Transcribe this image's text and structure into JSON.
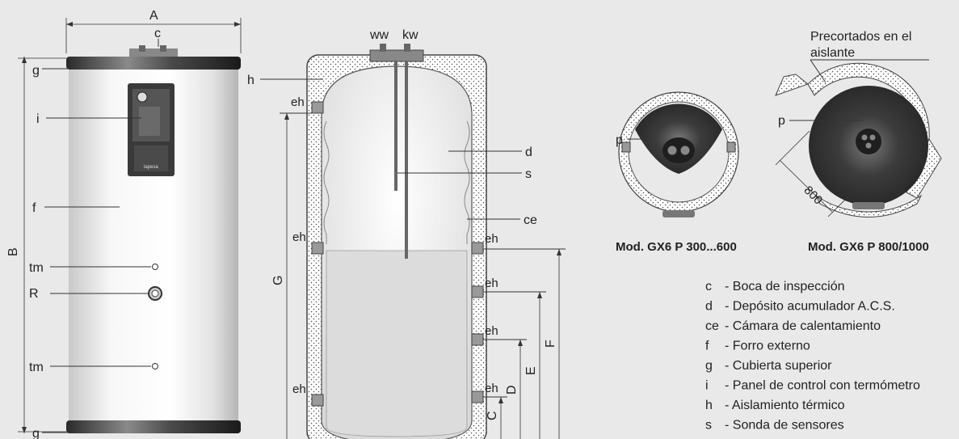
{
  "left_tank": {
    "dim_top": "A",
    "labels": {
      "c": "c",
      "g_top": "g",
      "g_bottom": "g",
      "i": "i",
      "f": "f",
      "b": "B",
      "tm1": "tm",
      "r": "R",
      "tm2": "tm"
    },
    "brand": "lapesa"
  },
  "section": {
    "labels": {
      "ww": "ww",
      "kw": "kw",
      "h": "h",
      "eh1": "eh",
      "eh2": "eh",
      "eh3": "eh",
      "g_dim": "G",
      "d": "d",
      "s": "s",
      "ce": "ce",
      "eh_r1": "eh",
      "eh_r2": "eh",
      "eh_r3": "eh",
      "eh_r4": "eh",
      "c_dim": "C",
      "d_dim": "D",
      "e_dim": "E",
      "f_dim": "F"
    }
  },
  "top_views": {
    "note": "Precortados en el aislante",
    "p_left": "p",
    "p_right": "p",
    "dim_800": "800",
    "caption_left": "Mod. GX6 P 300...600",
    "caption_right": "Mod. GX6 P 800/1000"
  },
  "legend": [
    {
      "key": "c",
      "text": "- Boca de inspección"
    },
    {
      "key": "d",
      "text": "- Depósito acumulador A.C.S."
    },
    {
      "key": "ce",
      "text": "- Cámara de calentamiento"
    },
    {
      "key": "f",
      "text": "- Forro externo"
    },
    {
      "key": "g",
      "text": "- Cubierta superior"
    },
    {
      "key": "i",
      "text": "- Panel de control con termómetro"
    },
    {
      "key": "h",
      "text": "- Aislamiento térmico"
    },
    {
      "key": "s",
      "text": "- Sonda de sensores"
    }
  ]
}
